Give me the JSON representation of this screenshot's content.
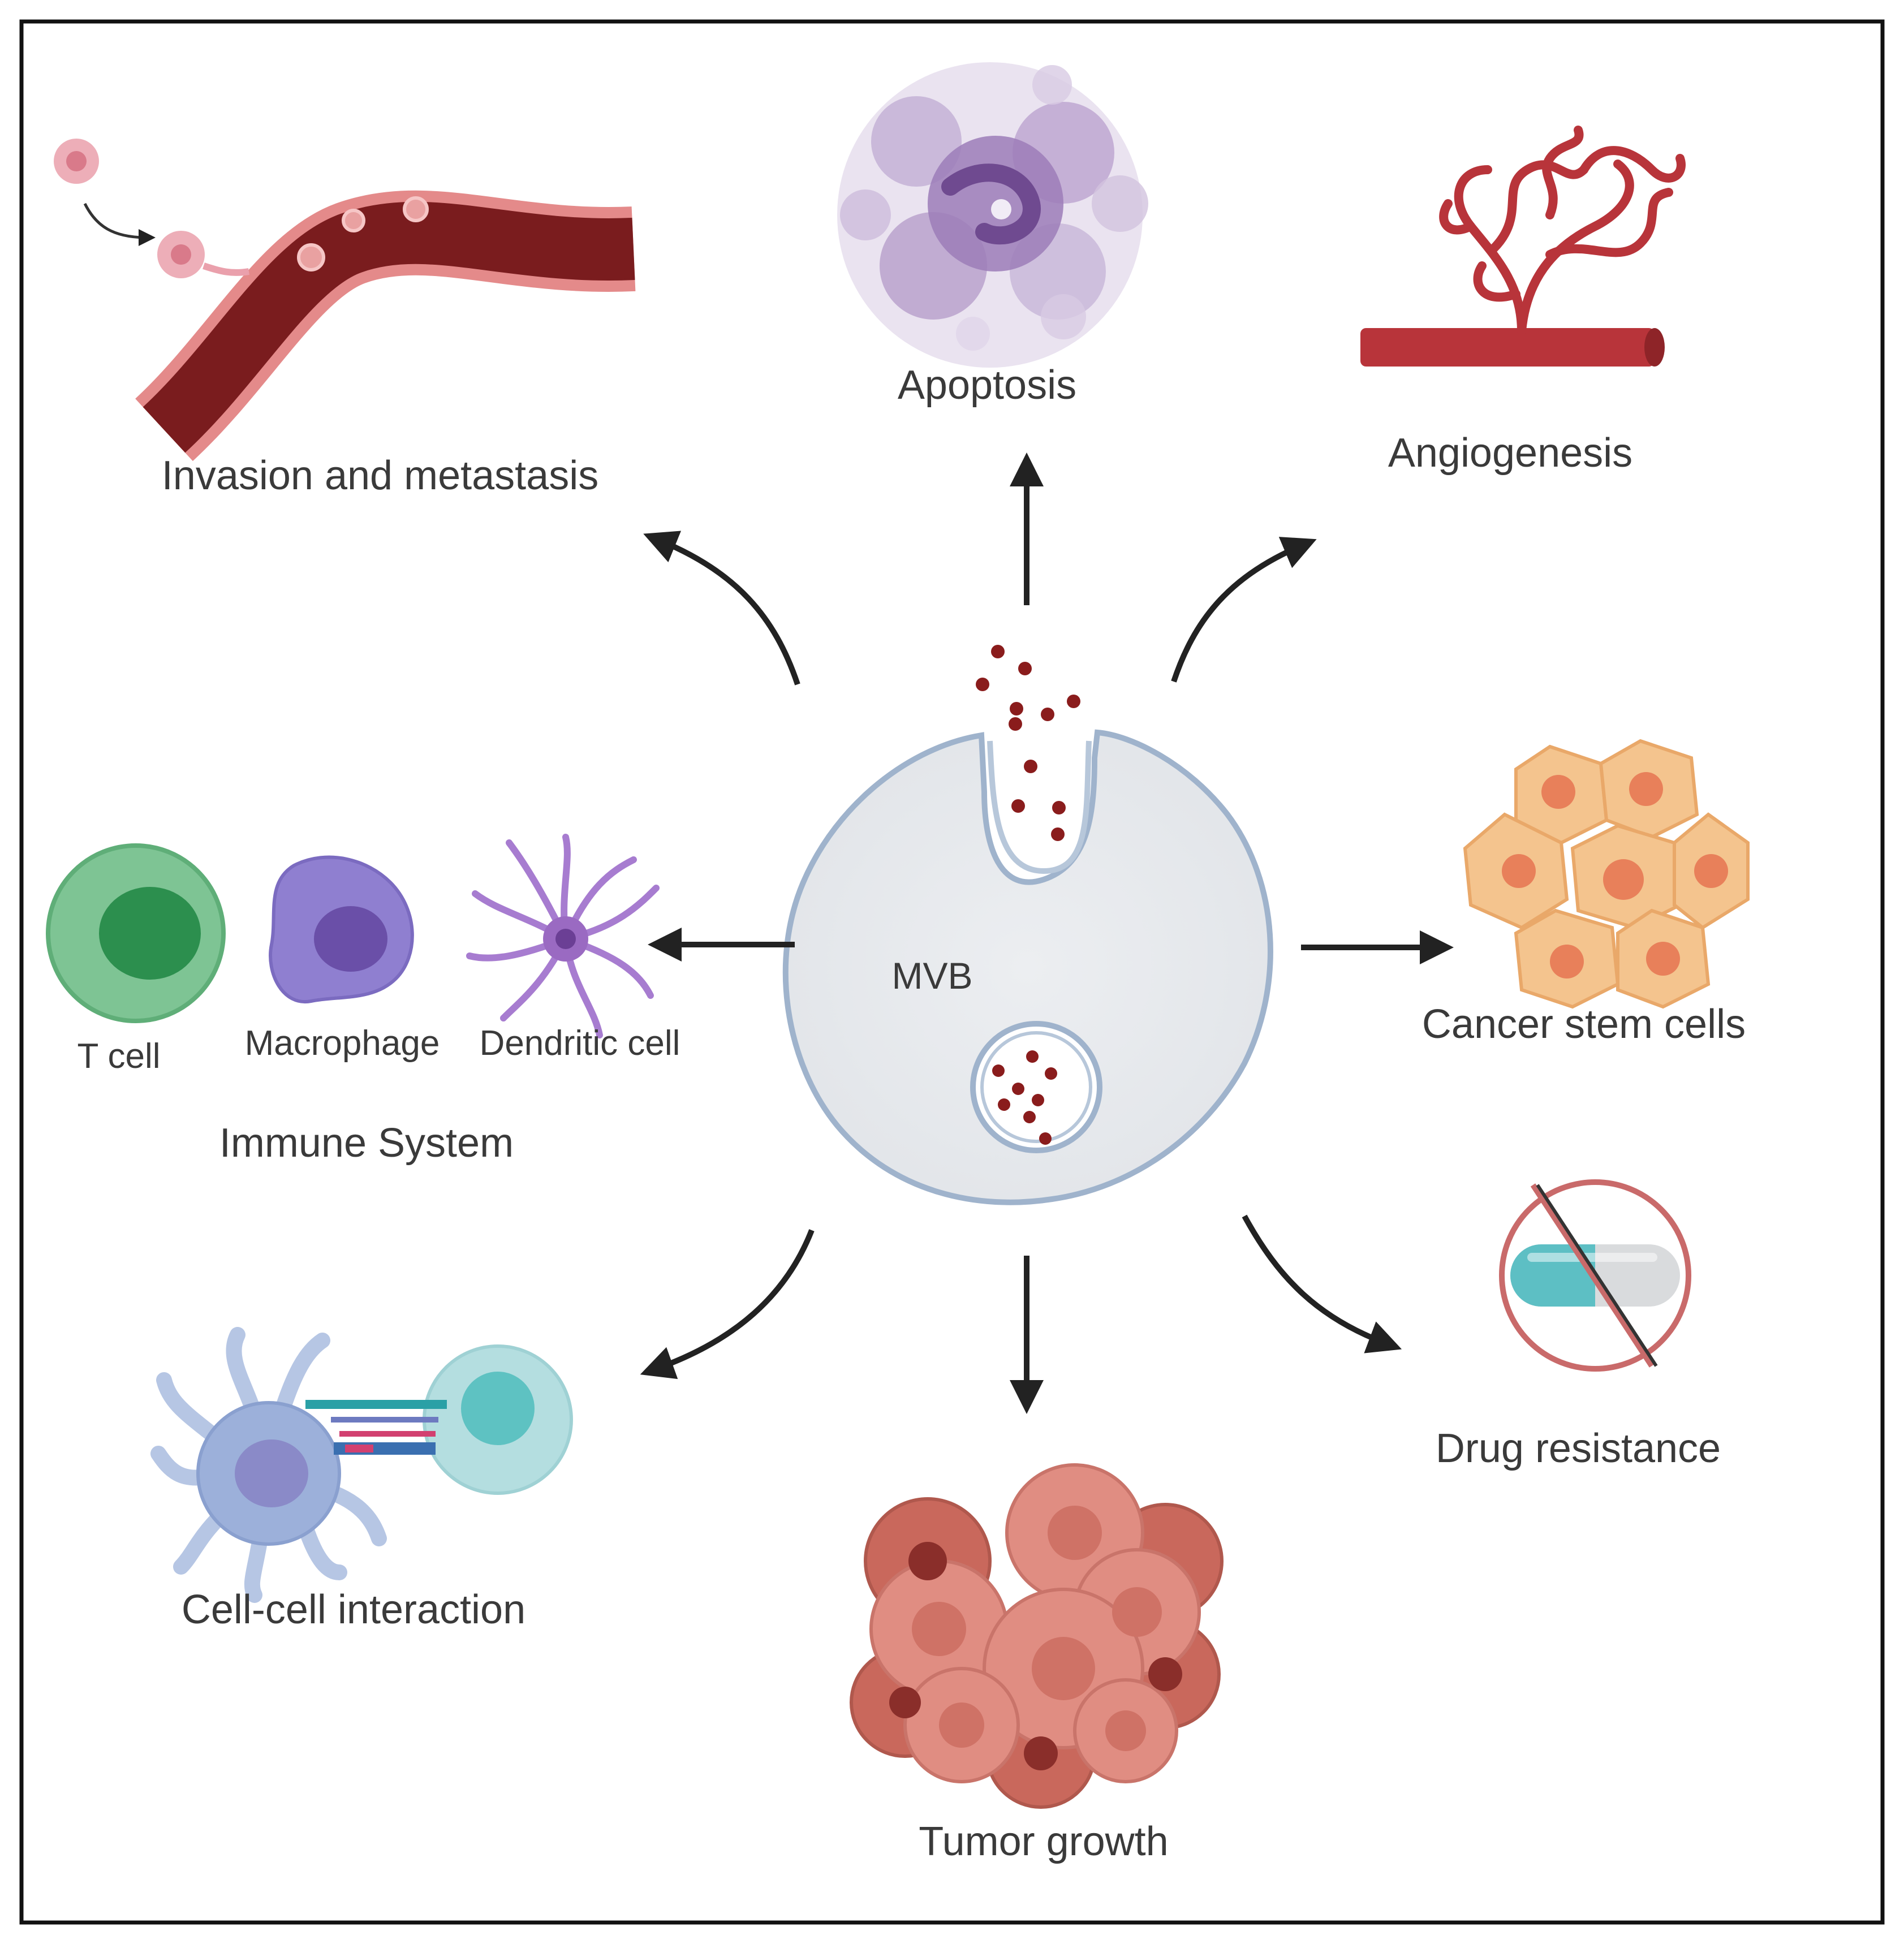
{
  "diagram": {
    "center_label": "MVB",
    "labels": {
      "invasion": "Invasion and metastasis",
      "apoptosis": "Apoptosis",
      "angiogenesis": "Angiogenesis",
      "t_cell": "T cell",
      "macrophage": "Macrophage",
      "dendritic": "Dendritic cell",
      "immune": "Immune System",
      "cancer_stem": "Cancer stem cells",
      "drug_resistance": "Drug resistance",
      "cell_cell": "Cell-cell interaction",
      "tumor_growth": "Tumor growth"
    },
    "colors": {
      "vessel": "#7a1c1e",
      "vessel_rim": "#e48a8a",
      "apoptosis": "#8e6aa8",
      "angiogenesis": "#b8343a",
      "t_cell": "#3d9a5c",
      "macrophage": "#7f6bc0",
      "dendritic": "#9a6ac2",
      "stem_cell": "#f2c08a",
      "stem_nucleus": "#e8805a",
      "pill_teal": "#5dbfc4",
      "no_sign": "#c96a6a",
      "tumor": "#d9826f",
      "mvb_fill": "#e8eaee",
      "mvb_stroke": "#9fb3cc",
      "exosome": "#8a1c1c",
      "arrow": "#222222"
    }
  }
}
